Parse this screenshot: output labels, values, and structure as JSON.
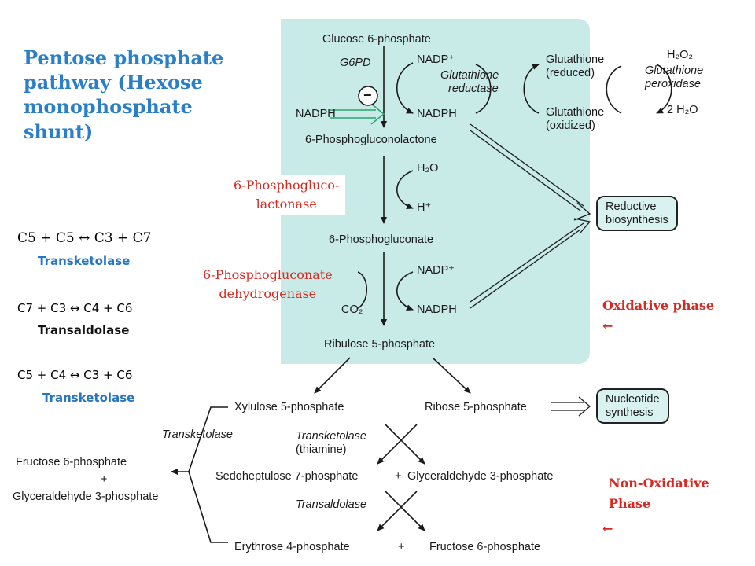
{
  "colors": {
    "title": "#2a7fc8",
    "enzyme_blue": "#2676c4",
    "accent_red": "#d9281f",
    "panel_fill": "#c9ebe8",
    "box_fill": "#d9f1ef"
  },
  "title": "Pentose phosphate pathway (Hexose monophosphate shunt)",
  "reactions": [
    {
      "equation": "C5 + C5 ↔ C3 + C7",
      "enzyme": "Transketolase"
    },
    {
      "equation": "C7 + C3 ↔   C4 + C6",
      "enzyme": "Transaldolase"
    },
    {
      "equation": "C5 + C4  ↔  C3  + C6",
      "enzyme": "Transketolase"
    }
  ],
  "oxidative": {
    "glucose6p": "Glucose 6-phosphate",
    "g6pd": "G6PD",
    "nadp": "NADP⁺",
    "nadph": "NADPH",
    "nadph_left": "NADPH",
    "minus": "−",
    "glutathione_reductase": [
      "Glutathione",
      "reductase"
    ],
    "glutathione_reduced": [
      "Glutathione",
      "(reduced)"
    ],
    "glutathione_oxidized": [
      "Glutathione",
      "(oxidized)"
    ],
    "h2o2": "H₂O₂",
    "glutathione_peroxidase": [
      "Glutathione",
      "peroxidase"
    ],
    "two_h2o": "2 H₂O",
    "phosphogluconolactone": "6-Phosphogluconolactone",
    "h2o": "H₂O",
    "h_plus": "H⁺",
    "phosphogluconate": "6-Phosphogluconate",
    "nadp2": "NADP⁺",
    "co2": "CO₂",
    "nadph2": "NADPH",
    "ribulose5p": "Ribulose 5-phosphate",
    "reductive": [
      "Reductive",
      "biosynthesis"
    ]
  },
  "overlays": {
    "lactonase": [
      "6-Phosphogluco-",
      "lactonase"
    ],
    "dehydrogenase": [
      "6-Phosphogluconate",
      "dehydrogenase"
    ],
    "oxidative_phase": "Oxidative phase",
    "oxidative_arrow": "←",
    "nonoxidative_phase": [
      "Non-Oxidative",
      "Phase"
    ],
    "nonoxidative_arrow": "←"
  },
  "nonoxidative": {
    "xylulose5p": "Xylulose 5-phosphate",
    "ribose5p": "Ribose 5-phosphate",
    "nucleotide": [
      "Nucleotide",
      "synthesis"
    ],
    "transketolase_left": "Transketolase",
    "transketolase_thiamine": [
      "Transketolase",
      "(thiamine)"
    ],
    "fructose6p_left": "Fructose 6-phosphate",
    "plus_left": "+",
    "gap_left": "Glyceraldehyde 3-phosphate",
    "sedoheptulose7p": "Sedoheptulose 7-phosphate",
    "plus_mid": "+",
    "gap_right": "Glyceraldehyde 3-phosphate",
    "transaldolase": "Transaldolase",
    "erythrose4p": "Erythrose 4-phosphate",
    "plus_bottom": "+",
    "fructose6p_right": "Fructose 6-phosphate"
  }
}
